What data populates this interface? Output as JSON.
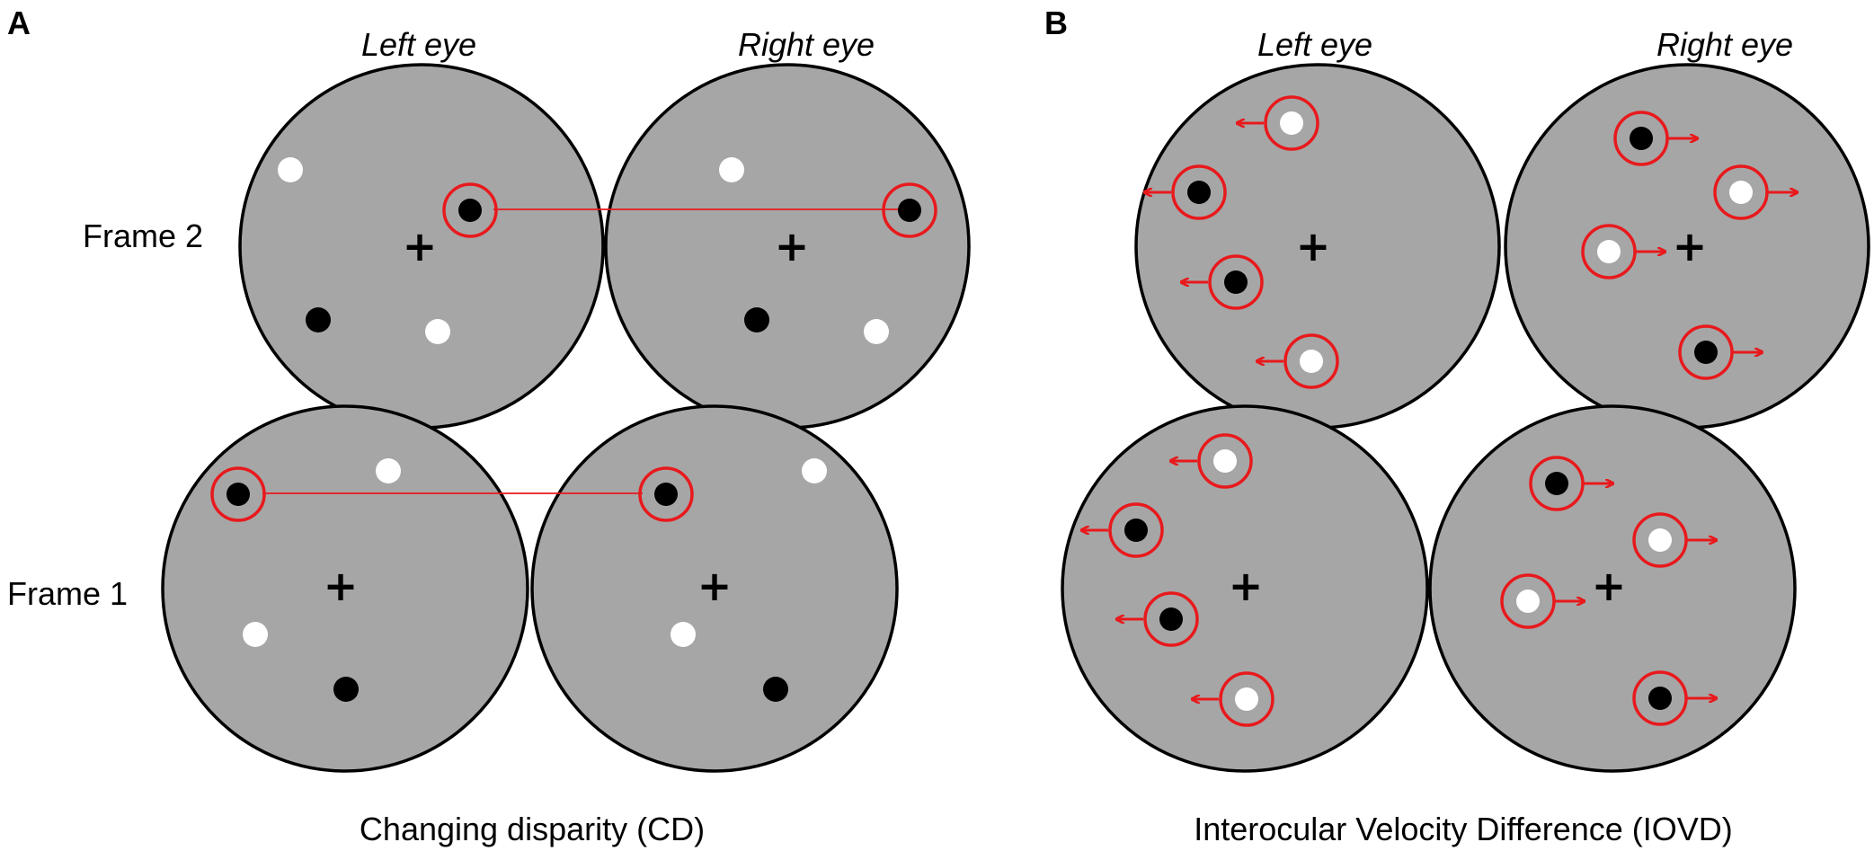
{
  "panels": [
    {
      "letter": "A",
      "eye_labels": [
        "Left eye",
        "Right eye"
      ],
      "frame_labels": [
        "Frame 2",
        "Frame 1"
      ],
      "caption": "Changing disparity (CD)",
      "fixation_symbol": "+"
    },
    {
      "letter": "B",
      "eye_labels": [
        "Left eye",
        "Right eye"
      ],
      "caption": "Interocular Velocity Difference (IOVD)",
      "fixation_symbol": "+"
    }
  ],
  "colors": {
    "background": "#ffffff",
    "disc_fill": "#a6a6a6",
    "disc_stroke": "#000000",
    "highlight": "#e8191c",
    "dot_black": "#000000",
    "dot_white": "#ffffff"
  }
}
